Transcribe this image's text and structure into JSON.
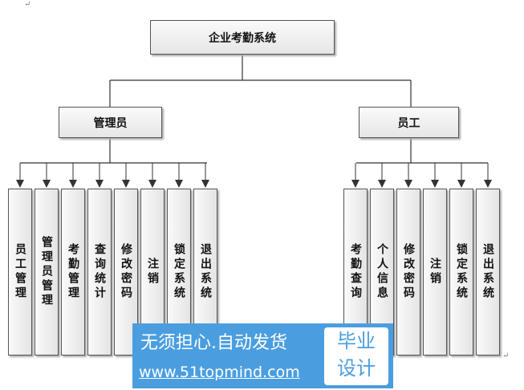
{
  "root": "企业考勤系统",
  "admin": {
    "label": "管理员",
    "items": [
      "员工管理",
      "管理员管理",
      "考勤管理",
      "查询统计",
      "修改密码",
      "注销",
      "锁定系统",
      "退出系统"
    ]
  },
  "employee": {
    "label": "员工",
    "items": [
      "考勤查询",
      "个人信息",
      "修改密码",
      "注销",
      "锁定系统",
      "退出系统"
    ]
  },
  "watermark": {
    "line1": "无须担心.自动发货",
    "url": "www.51topmind.com",
    "badge1": "毕业",
    "badge2": "设计"
  }
}
